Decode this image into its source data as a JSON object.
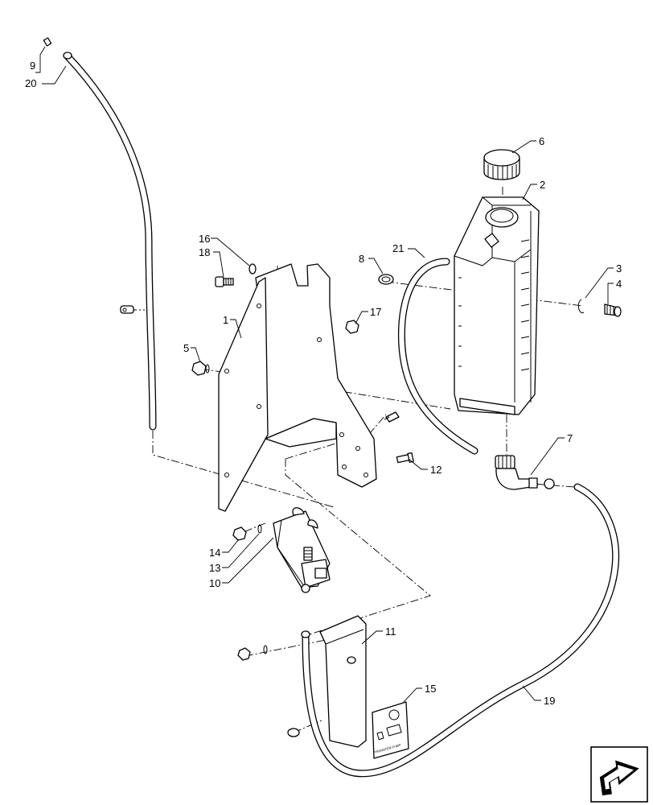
{
  "callouts": [
    {
      "id": "c1",
      "label": "1"
    },
    {
      "id": "c2",
      "label": "2"
    },
    {
      "id": "c3",
      "label": "3"
    },
    {
      "id": "c4",
      "label": "4"
    },
    {
      "id": "c5",
      "label": "5"
    },
    {
      "id": "c6",
      "label": "6"
    },
    {
      "id": "c7",
      "label": "7"
    },
    {
      "id": "c8",
      "label": "8"
    },
    {
      "id": "c9",
      "label": "9"
    },
    {
      "id": "c10",
      "label": "10"
    },
    {
      "id": "c11",
      "label": "11"
    },
    {
      "id": "c12",
      "label": "12"
    },
    {
      "id": "c13",
      "label": "13"
    },
    {
      "id": "c14",
      "label": "14"
    },
    {
      "id": "c15",
      "label": "15"
    },
    {
      "id": "c16",
      "label": "16"
    },
    {
      "id": "c17",
      "label": "17"
    },
    {
      "id": "c18",
      "label": "18"
    },
    {
      "id": "c19",
      "label": "19"
    },
    {
      "id": "c20",
      "label": "20"
    },
    {
      "id": "c21",
      "label": "21"
    }
  ],
  "decal_text": "TRANSFER PUMP",
  "nav_icon": "arrow-next-page-icon"
}
